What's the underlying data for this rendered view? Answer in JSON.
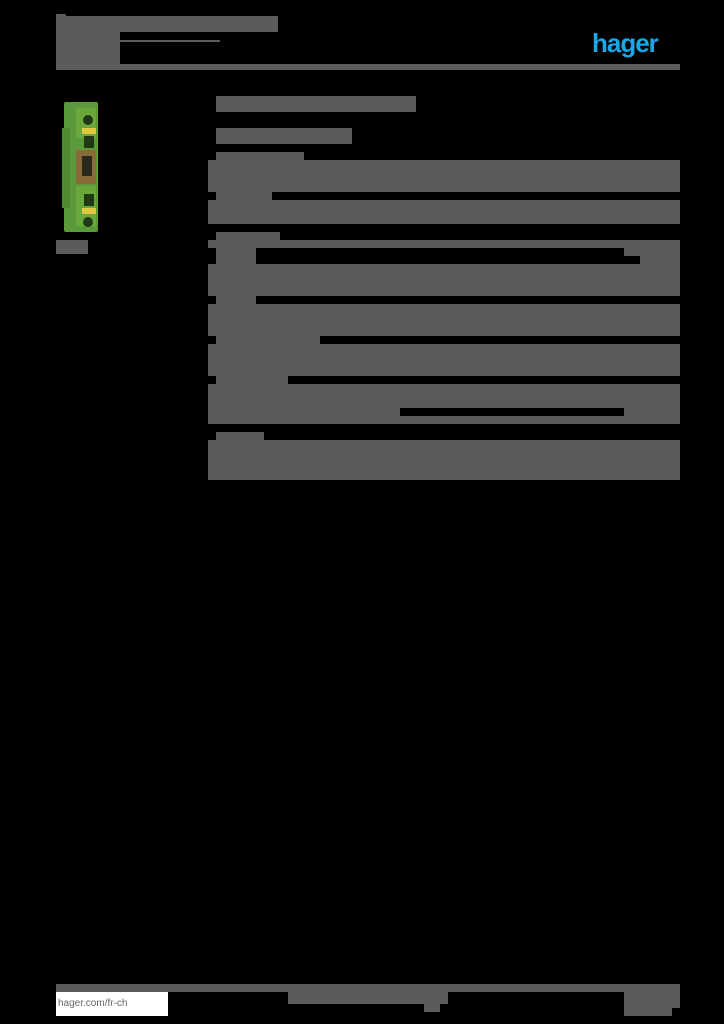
{
  "header": {
    "title_redacted": "",
    "subtitle_redacted": "",
    "logo": "hager"
  },
  "product": {
    "image_alt": "green-yellow earth terminal block",
    "caption_redacted": ""
  },
  "main": {
    "heading_redacted": "",
    "subheading_redacted": "",
    "sections": [
      {
        "label": "",
        "rows": 2
      },
      {
        "label": "",
        "rows": 6
      },
      {
        "label": "",
        "rows": 2
      },
      {
        "label": "",
        "rows": 2
      }
    ]
  },
  "footer": {
    "url": "hager.com/fr-ch",
    "center_redacted": "",
    "page_redacted": ""
  },
  "colors": {
    "background": "#000000",
    "redaction": "#5a5b5a",
    "brand": "#1aa7e8",
    "product_green": "#5a9a3a",
    "product_yellow": "#e0c840"
  }
}
